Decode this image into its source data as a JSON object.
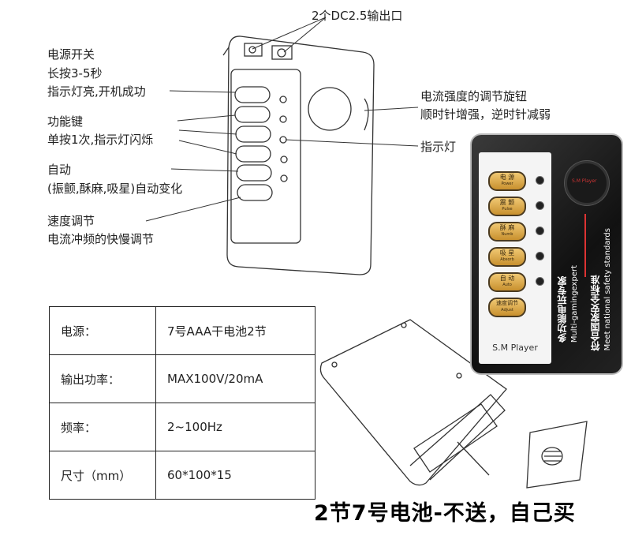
{
  "top_label": "2个DC2.5输出口",
  "left_labels": {
    "power": [
      "电源开关",
      "长按3-5秒",
      "指示灯亮,开机成功"
    ],
    "function": [
      "功能键",
      "单按1次,指示灯闪烁"
    ],
    "auto": [
      "自动",
      "(振颤,酥麻,吸星)自动变化"
    ],
    "speed": [
      "速度调节",
      "电流冲频的快慢调节"
    ]
  },
  "right_labels": {
    "knob": [
      "电流强度的调节旋钮",
      "顺时针增强，逆时针减弱"
    ],
    "indicator": "指示灯"
  },
  "photo": {
    "buttons": [
      {
        "cn": "电 源",
        "en": "Power"
      },
      {
        "cn": "震 颤",
        "en": "Pulse"
      },
      {
        "cn": "酥 麻",
        "en": "Numb"
      },
      {
        "cn": "吸 星",
        "en": "Absorb"
      },
      {
        "cn": "自 动",
        "en": "Auto"
      },
      {
        "cn": "速度调节",
        "en": "Adjust"
      }
    ],
    "brand": "S.M Player",
    "knob_text": "S.M Player",
    "slogan_cn_1": "多功能电玩专家",
    "slogan_en_1": "Multi-gamingexpert",
    "slogan_cn_2": "符合国家安全标准",
    "slogan_en_2": "Meet national safety standards"
  },
  "specs": [
    {
      "key": "电源：",
      "value": "7号AAA干电池2节"
    },
    {
      "key": "输出功率：",
      "value": "MAX100V/20mA"
    },
    {
      "key": "频率：",
      "value": "2~100Hz"
    },
    {
      "key": "尺寸（mm）",
      "value": "60*100*15"
    }
  ],
  "caption": "2节7号电池-不送，自己买"
}
